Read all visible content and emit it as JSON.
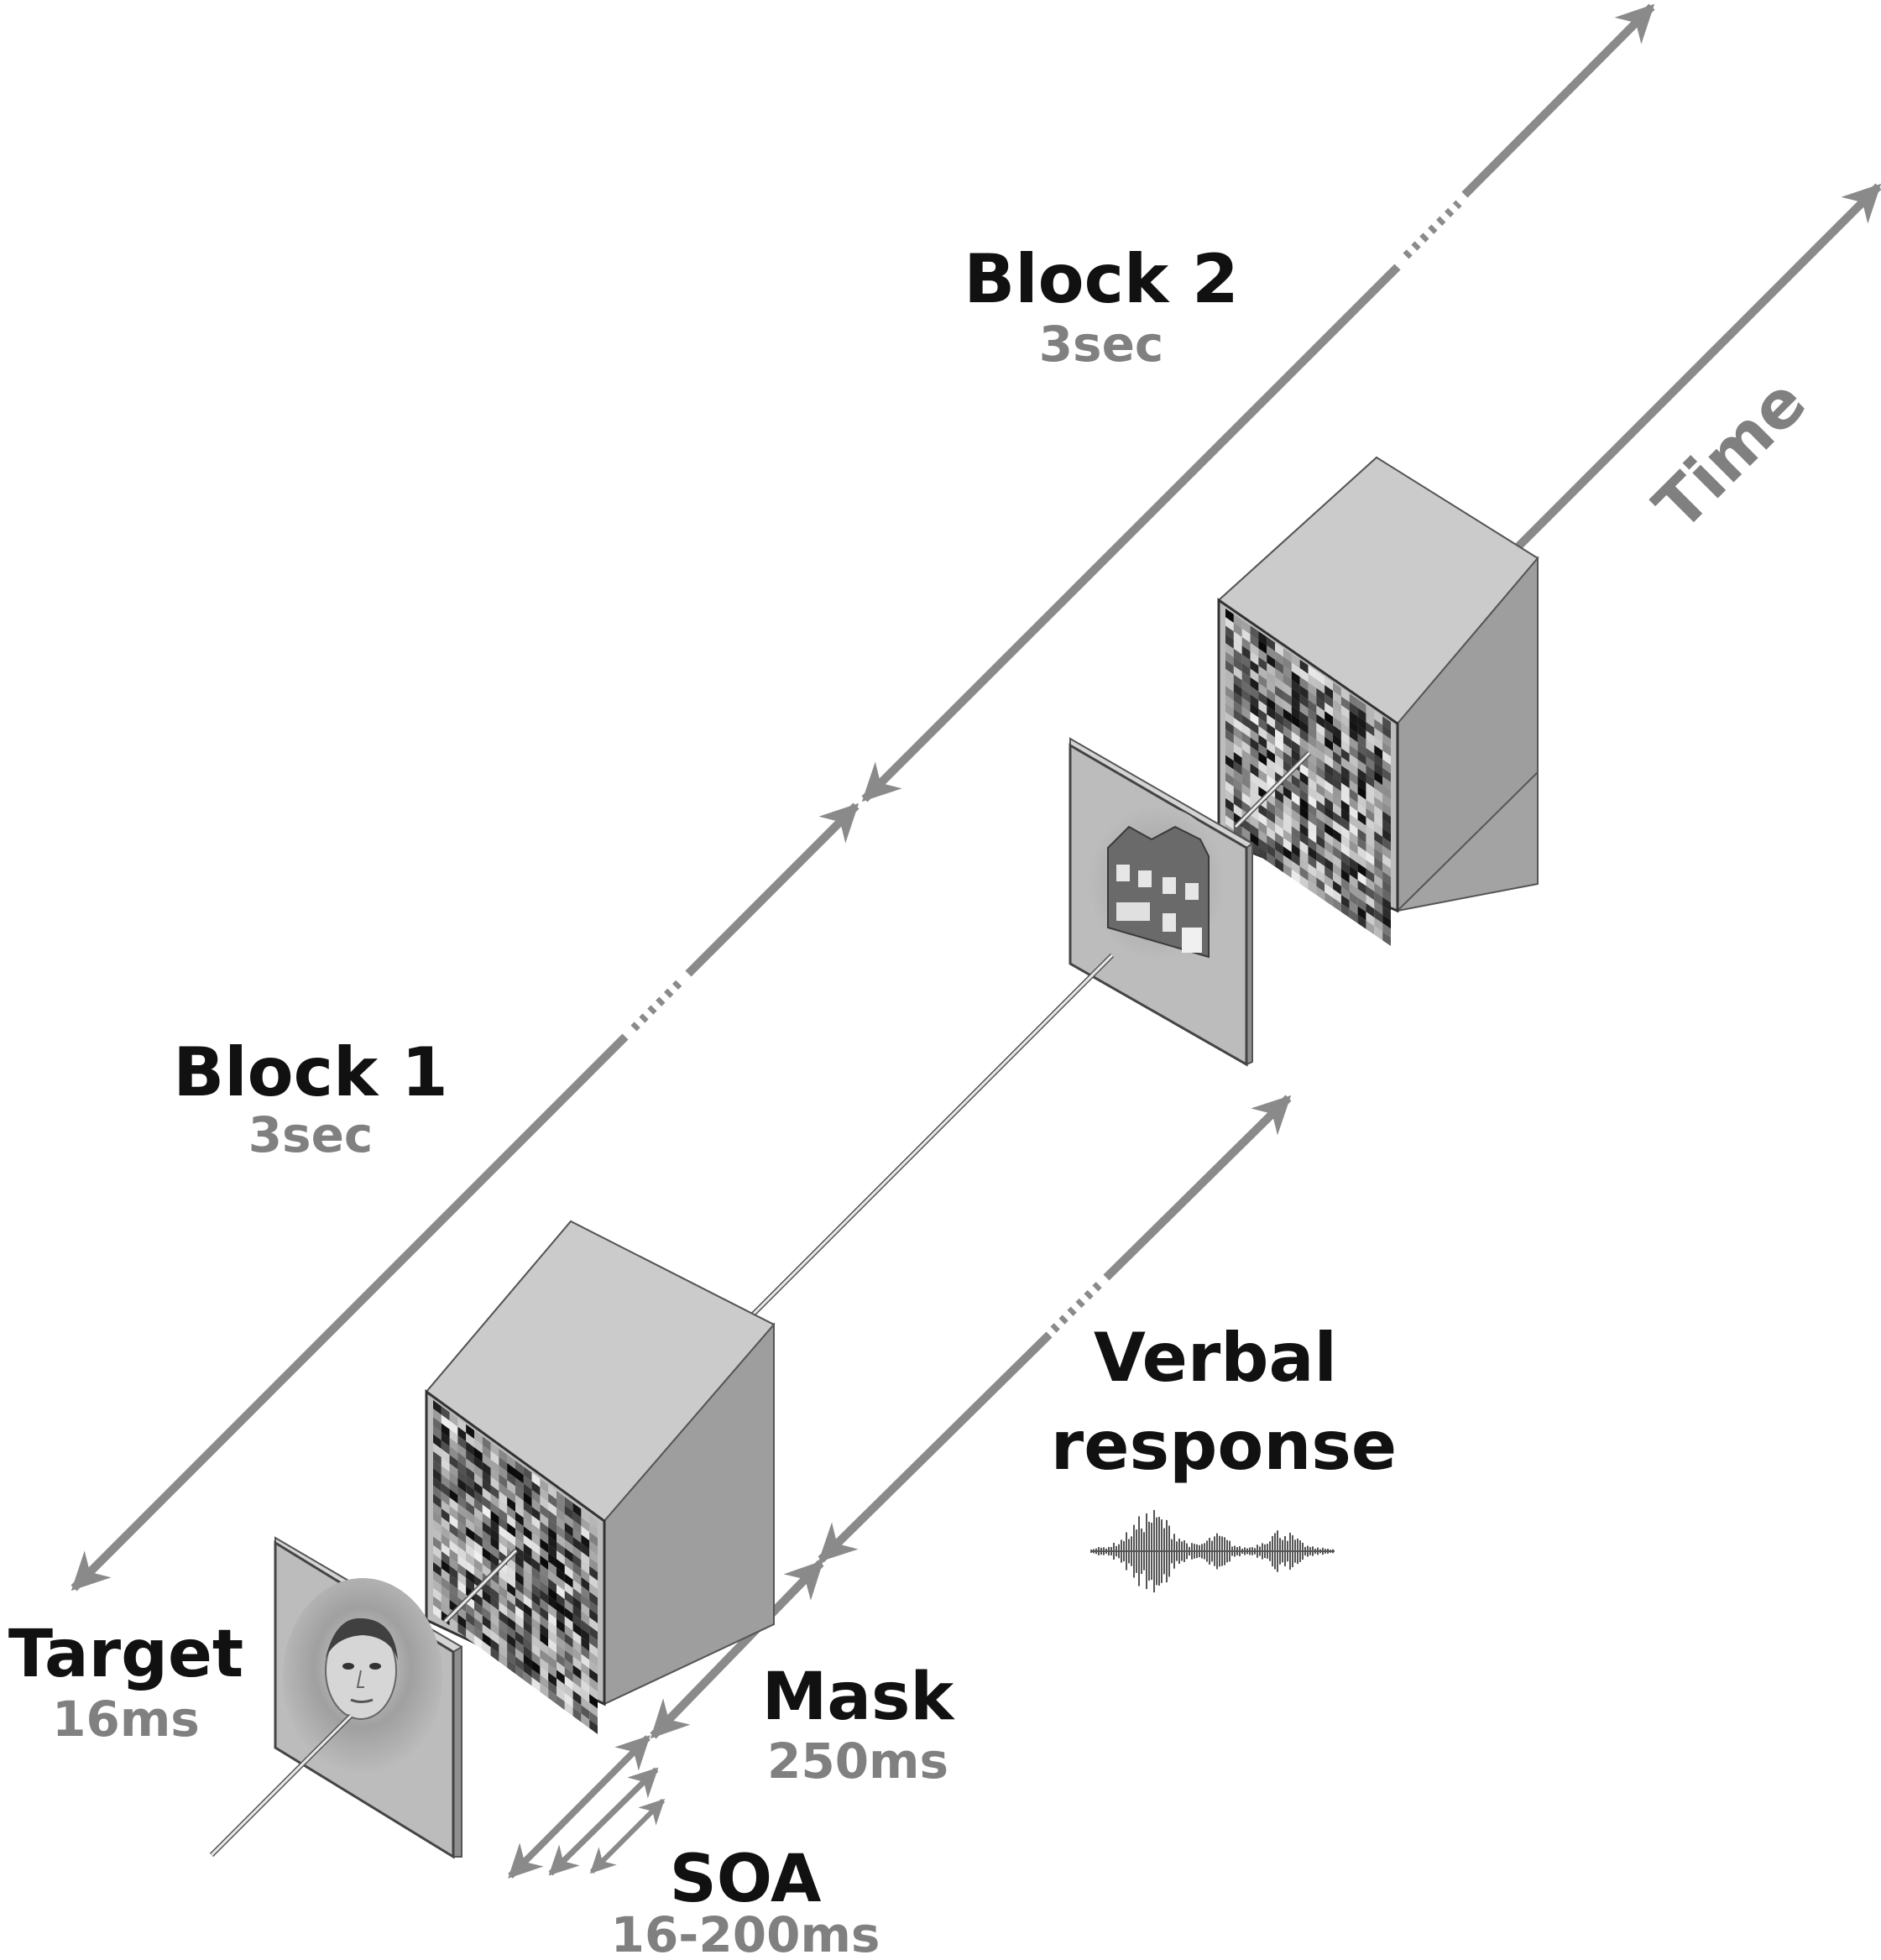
{
  "labels": {
    "block2": {
      "title": "Block 2",
      "duration": "3sec"
    },
    "block1": {
      "title": "Block 1",
      "duration": "3sec"
    },
    "time": "Time",
    "verbal": {
      "line1": "Verbal",
      "line2": "response"
    },
    "target": {
      "title": "Target",
      "duration": "16ms"
    },
    "mask": {
      "title": "Mask",
      "duration": "250ms"
    },
    "soa": {
      "title": "SOA",
      "duration": "16-200ms"
    }
  },
  "colors": {
    "arrow": "#8a8a8a",
    "label_main": "#111111",
    "label_sub": "#808080",
    "box_top": "#c9c9c9",
    "box_side": "#9f9f9f",
    "panel_face": "#bdbdbd"
  },
  "icons": {
    "target_image": "face-icon",
    "trial2_image": "house-icon",
    "mask_pattern": "noise-pattern",
    "audio": "waveform-icon"
  }
}
